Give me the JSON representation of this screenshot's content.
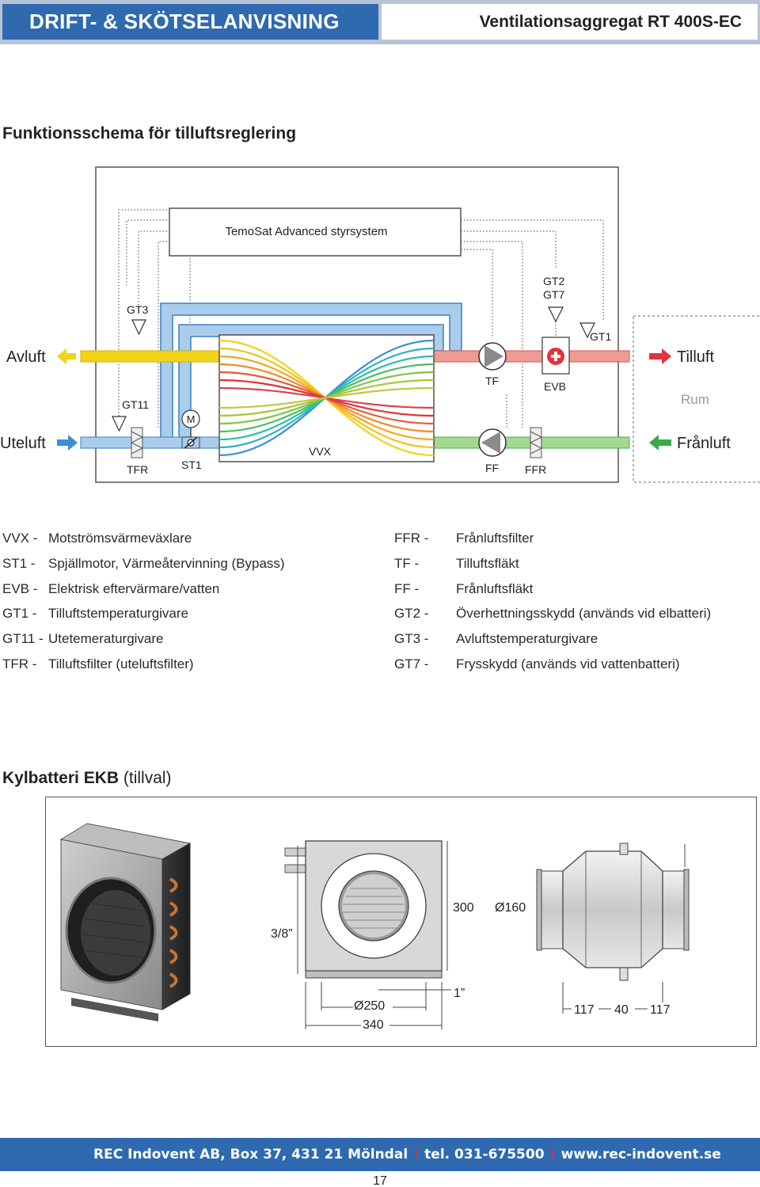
{
  "header": {
    "left_title": "DRIFT- & SKÖTSELANVISNING",
    "right_title": "Ventilationsaggregat RT 400S-EC"
  },
  "schema": {
    "section_title": "Funktionsschema för tilluftsreglering",
    "controller_label": "TemoSat Advanced styrsystem",
    "labels": {
      "avluft": "Avluft",
      "uteluft": "Uteluft",
      "tilluft": "Tilluft",
      "franluft": "Frånluft",
      "rum": "Rum",
      "gt3": "GT3",
      "gt11": "GT11",
      "m": "M",
      "tfr": "TFR",
      "st1": "ST1",
      "vvx": "VVX",
      "tf": "TF",
      "evb": "EVB",
      "ff": "FF",
      "ffr": "FFR",
      "gt2": "GT2",
      "gt7": "GT7",
      "gt1": "GT1"
    },
    "colors": {
      "avluft": "#f2d21a",
      "uteluft": "#a9cdea",
      "tilluft": "#ee9b95",
      "franluft": "#a4d98f",
      "arrow_yellow": "#f2d21a",
      "arrow_blue": "#3b8fd6",
      "arrow_red": "#e0343a",
      "arrow_green": "#3aa948"
    }
  },
  "legend": {
    "left": [
      {
        "abbr": "VVX -",
        "text": "Motströmsvärmeväxlare"
      },
      {
        "abbr": "ST1 -",
        "text": "Spjällmotor, Värmeåtervinning (Bypass)"
      },
      {
        "abbr": "EVB -",
        "text": "Elektrisk eftervärmare/vatten"
      },
      {
        "abbr": "GT1 -",
        "text": "Tilluftstemperaturgivare"
      },
      {
        "abbr": "GT11 -",
        "text": "Utetemeraturgivare"
      },
      {
        "abbr": "TFR -",
        "text": "Tilluftsfilter (uteluftsfilter)"
      }
    ],
    "right": [
      {
        "abbr": "FFR -",
        "text": "Frånluftsfilter"
      },
      {
        "abbr": "TF -",
        "text": "Tilluftsfläkt"
      },
      {
        "abbr": "FF -",
        "text": "Frånluftsfläkt"
      },
      {
        "abbr": "GT2 -",
        "text": "Överhettningsskydd (används vid elbatteri)"
      },
      {
        "abbr": "GT3 -",
        "text": "Avluftstemperaturgivare"
      },
      {
        "abbr": "GT7 -",
        "text": "Frysskydd (används vid vattenbatteri)"
      }
    ]
  },
  "kylbatteri": {
    "title_bold": "Kylbatteri EKB",
    "title_normal": " (tillval)",
    "dims": {
      "three_eighths": "3/8”",
      "d250": "Ø250",
      "w340": "340",
      "h300": "300",
      "one_inch": "1”",
      "d160": "Ø160",
      "a117": "117",
      "b40": "40",
      "c117": "117"
    }
  },
  "footer": {
    "company": "REC Indovent AB, Box 37, 431 21 Mölndal",
    "phone": "tel. 031-675500",
    "web": "www.rec-indovent.se",
    "separator": "I"
  },
  "page_number": "17"
}
